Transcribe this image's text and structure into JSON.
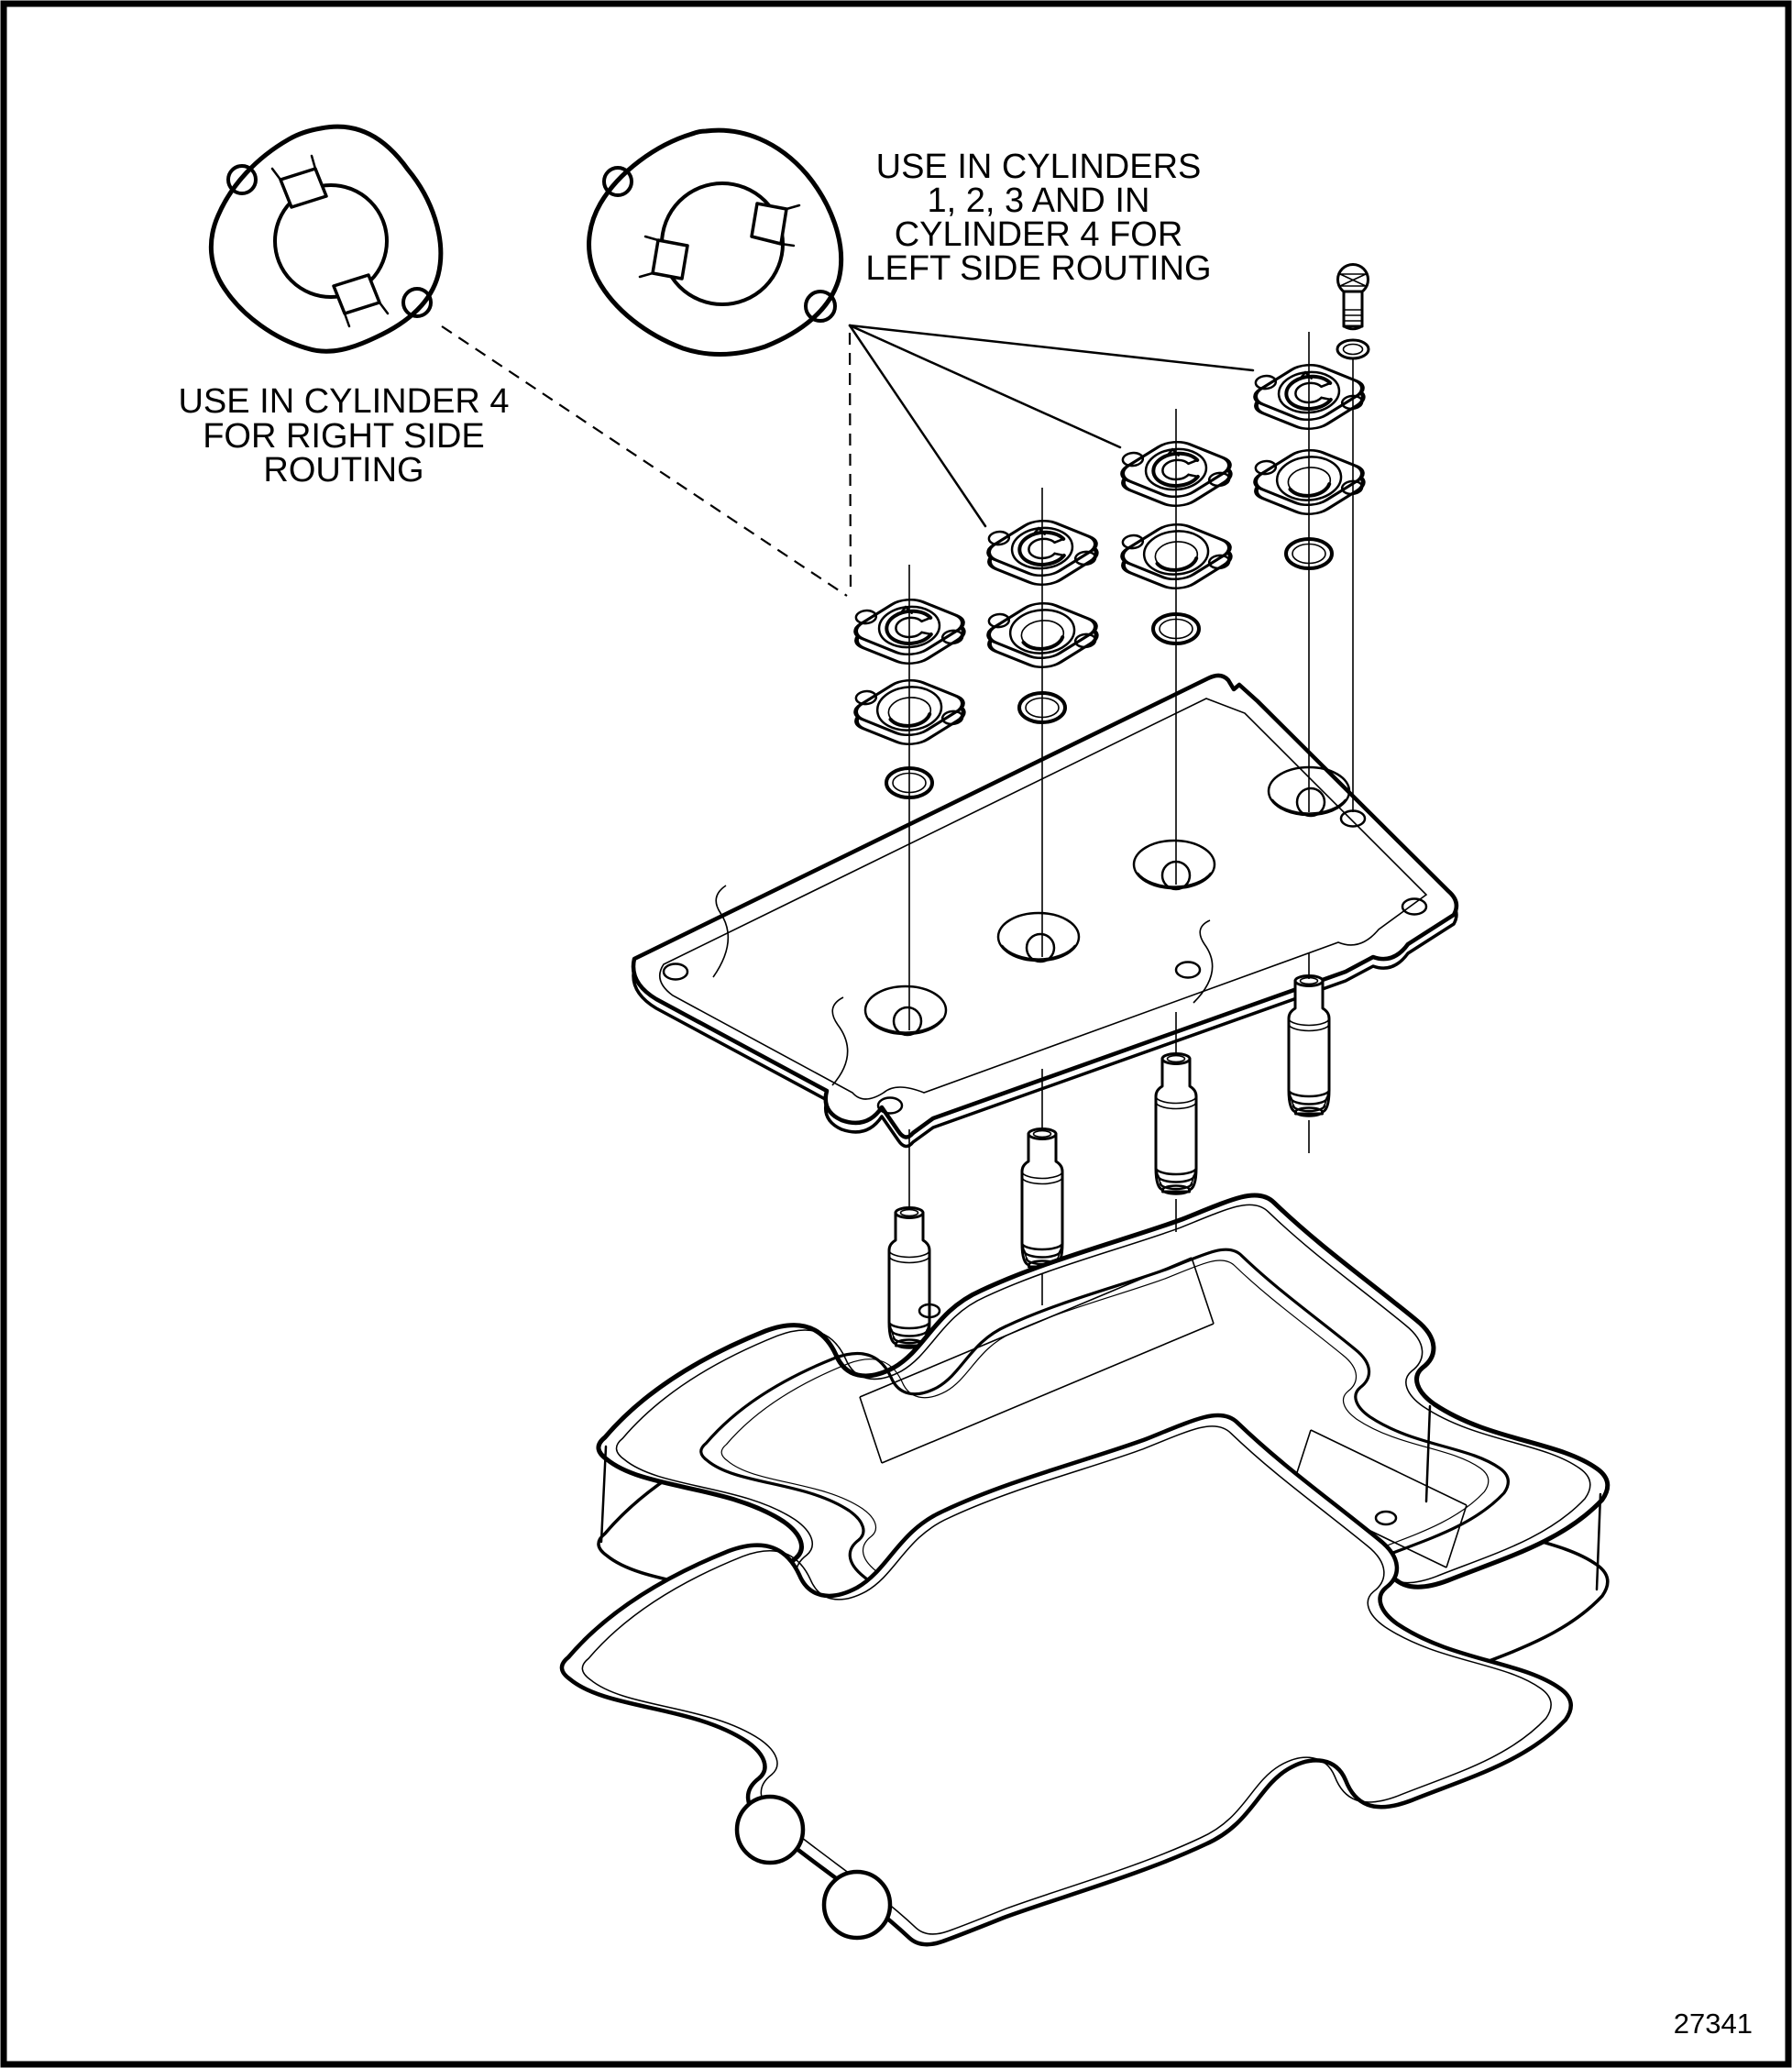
{
  "diagram": {
    "background_color": "#ffffff",
    "line_color": "#000000",
    "callouts": {
      "right_side": {
        "lines": [
          "USE IN CYLINDER 4",
          "FOR RIGHT SIDE",
          "ROUTING"
        ]
      },
      "left_side": {
        "lines": [
          "USE IN CYLINDERS",
          "1, 2, 3 AND IN",
          "CYLINDER 4 FOR",
          "LEFT SIDE ROUTING"
        ]
      }
    },
    "figure_number": "27341"
  }
}
